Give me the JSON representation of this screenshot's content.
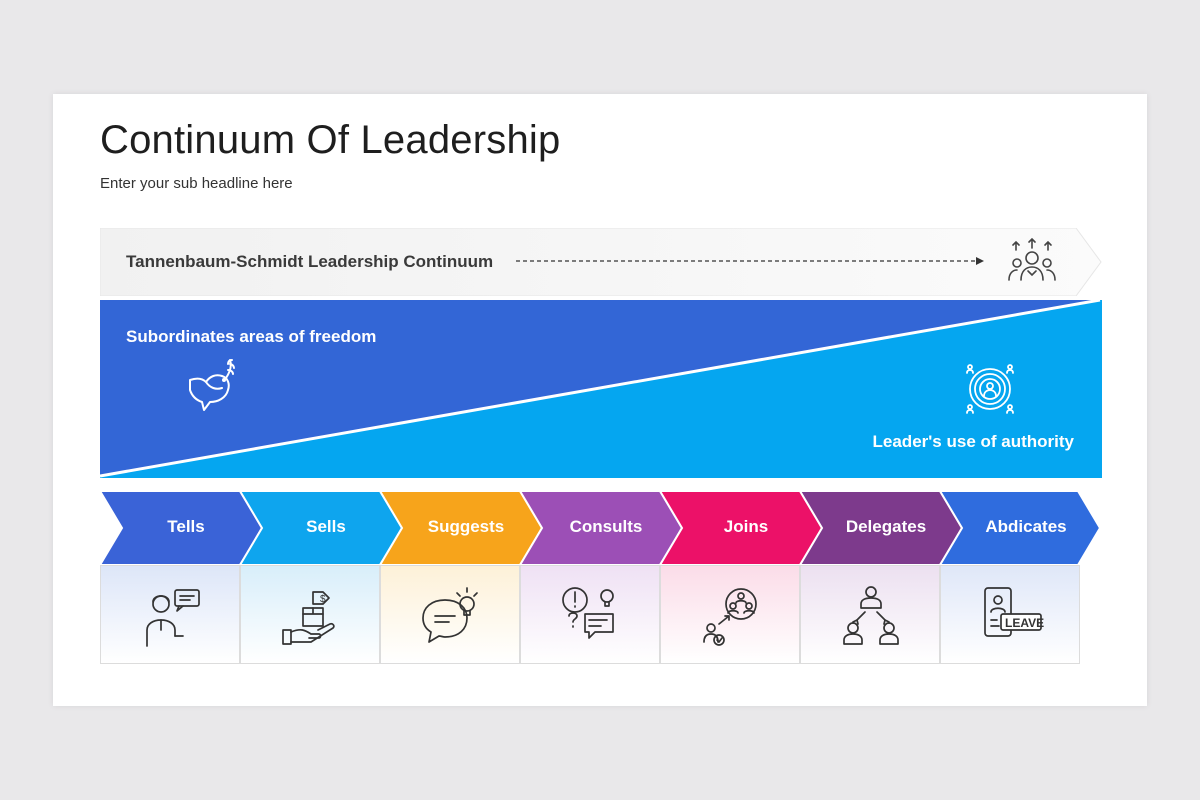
{
  "slide": {
    "title": "Continuum Of Leadership",
    "subtitle": "Enter your sub headline here"
  },
  "continuum_banner": {
    "label": "Tannenbaum-Schmidt Leadership Continuum",
    "icon": "leader-team-icon"
  },
  "wedge": {
    "freedom_label": "Subordinates areas of freedom",
    "authority_label": "Leader's use of authority",
    "freedom_icon": "dove-icon",
    "authority_icon": "leader-authority-icon",
    "colors": {
      "freedom": "#3366d6",
      "authority": "#05a6f0"
    }
  },
  "styles": [
    {
      "label": "Tells",
      "color": "#3a63d7",
      "card_tint": "#dde6f8",
      "icon": "speaking-person-icon"
    },
    {
      "label": "Sells",
      "color": "#0ea5ee",
      "card_tint": "#d8eefa",
      "icon": "hand-box-price-icon"
    },
    {
      "label": "Suggests",
      "color": "#f7a41b",
      "card_tint": "#fdf1d8",
      "icon": "speech-bulb-icon"
    },
    {
      "label": "Consults",
      "color": "#9c4fb6",
      "card_tint": "#efe1f4",
      "icon": "question-discussion-icon"
    },
    {
      "label": "Joins",
      "color": "#ec1168",
      "card_tint": "#fbdce8",
      "icon": "person-joins-group-icon"
    },
    {
      "label": "Delegates",
      "color": "#7d3a8c",
      "card_tint": "#ece0f0",
      "icon": "delegate-hierarchy-icon"
    },
    {
      "label": "Abdicates",
      "color": "#2f6cde",
      "card_tint": "#dfe7f8",
      "icon": "leave-sign-icon"
    }
  ]
}
